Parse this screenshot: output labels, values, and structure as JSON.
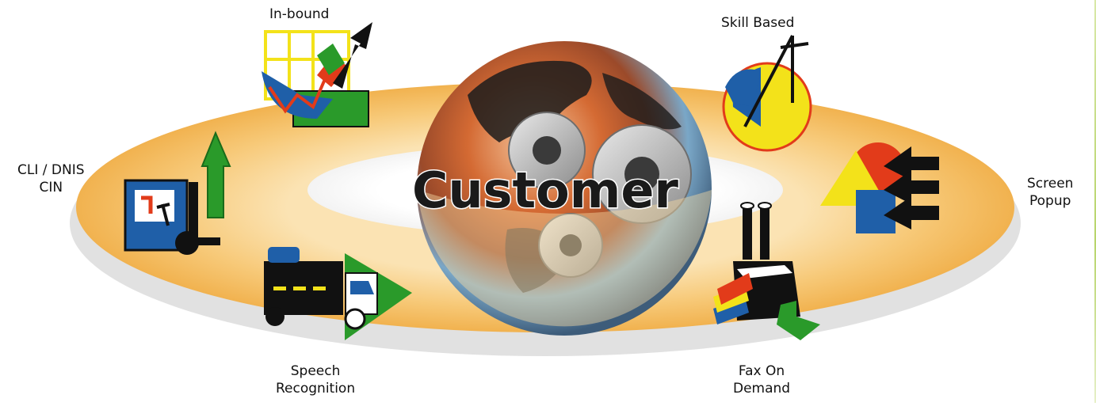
{
  "center": {
    "title": "Customer"
  },
  "labels": {
    "inbound": "In-bound",
    "skill_based": "Skill Based",
    "cli_line1": "CLI / DNIS",
    "cli_line2": "CIN",
    "screen_line1": "Screen",
    "screen_line2": "Popup",
    "speech_line1": "Speech",
    "speech_line2": "Recognition",
    "fax_line1": "Fax On",
    "fax_line2": "Demand"
  },
  "colors": {
    "ring": "#f6c46a",
    "red": "#e23b1a",
    "green": "#2a9a2a",
    "blue": "#1f5fa8",
    "yellow": "#f3e21a",
    "black": "#111111"
  },
  "icons": {
    "inbound": "chart-arrow-icon",
    "skill_based": "compass-icon",
    "cli": "forklift-icon",
    "screen_popup": "shapes-arrows-icon",
    "speech": "truck-icon",
    "fax": "factory-icon"
  }
}
